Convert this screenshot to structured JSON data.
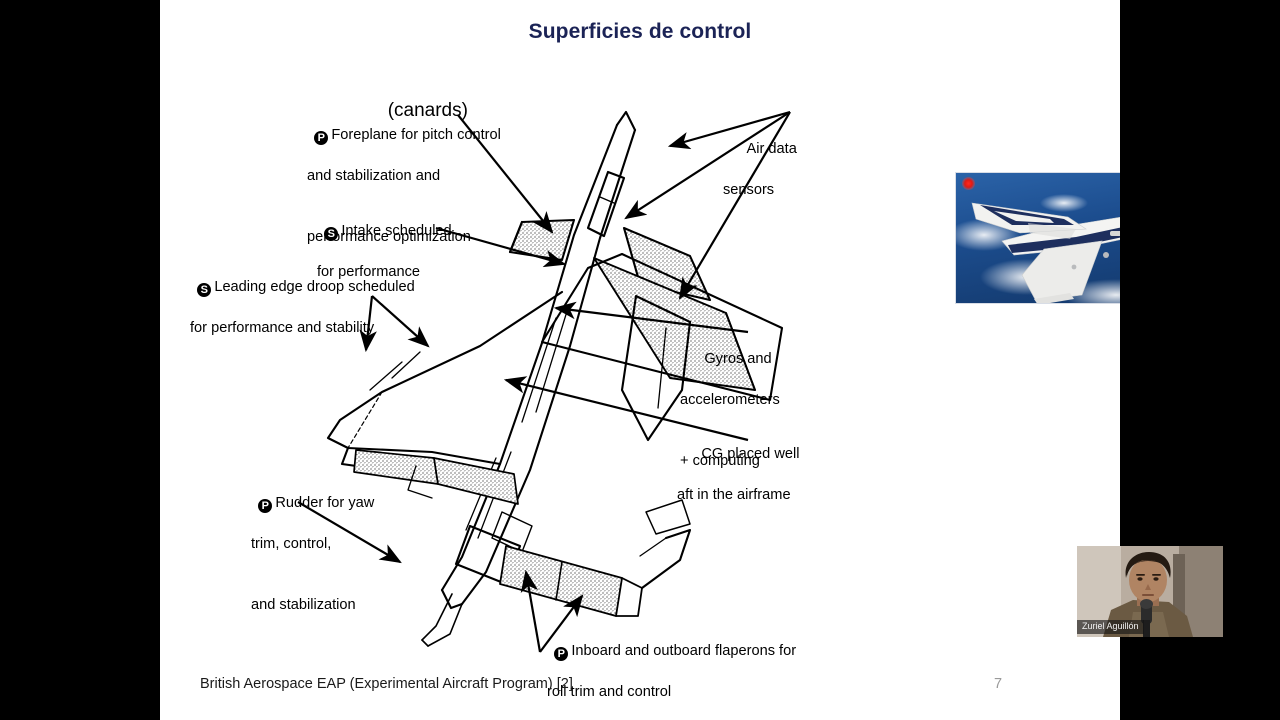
{
  "slide": {
    "title": "Superficies de control",
    "footer_caption": "British Aerospace EAP (Experimental Aircraft Program) [2]",
    "slide_number": "7",
    "title_color": "#1b2356",
    "background_color": "#ffffff",
    "letterbox_color": "#000000"
  },
  "annotations": [
    {
      "id": "canards",
      "badge": "",
      "lines": [
        "(canards)"
      ]
    },
    {
      "id": "foreplane",
      "badge": "P",
      "lines": [
        "Foreplane for pitch control",
        "and stabilization and",
        "performance optimization"
      ]
    },
    {
      "id": "intake",
      "badge": "S",
      "lines": [
        "Intake scheduled",
        "for performance"
      ]
    },
    {
      "id": "leading-edge-droop",
      "badge": "S",
      "lines": [
        "Leading edge droop scheduled",
        "for performance and stability"
      ]
    },
    {
      "id": "rudder",
      "badge": "P",
      "lines": [
        "Rudder for yaw",
        "trim, control,",
        "and stabilization"
      ]
    },
    {
      "id": "flaperons",
      "badge": "P",
      "lines": [
        "Inboard and outboard flaperons for",
        "roll trim and control"
      ]
    },
    {
      "id": "air-data-sensors",
      "badge": "",
      "lines": [
        "Air data",
        "sensors"
      ]
    },
    {
      "id": "gyros",
      "badge": "",
      "lines": [
        "Gyros and",
        "accelerometers",
        "+ computing"
      ]
    },
    {
      "id": "cg",
      "badge": "",
      "lines": [
        "CG placed well",
        "aft in the airframe"
      ]
    }
  ],
  "photo": {
    "alt_name": "EAP aircraft in flight photograph",
    "sky_color": "#1d4f90",
    "fuselage_color": "#f2f2f0",
    "trim_color": "#1b2f63"
  },
  "webcam": {
    "participant_name": "Zuriel Aguillón"
  }
}
